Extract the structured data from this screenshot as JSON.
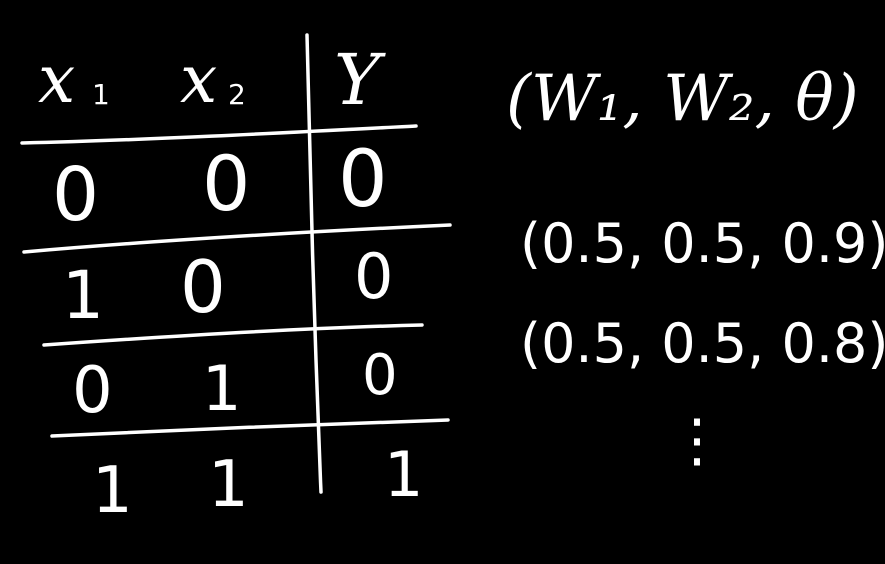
{
  "table": {
    "headers": [
      "x",
      "x",
      "Y"
    ],
    "header_subscripts": [
      "1",
      "2",
      ""
    ],
    "rows": [
      [
        "0",
        "0",
        "0"
      ],
      [
        "1",
        "0",
        "0"
      ],
      [
        "0",
        "1",
        "0"
      ],
      [
        "1",
        "1",
        "1"
      ]
    ]
  },
  "params": {
    "label": "(W₁, W₂, θ)",
    "tuples": [
      "(0.5, 0.5, 0.9)",
      "(0.5, 0.5, 0.8)"
    ],
    "continuation": "⋮"
  },
  "colors": {
    "background": "#000000",
    "ink": "#ffffff"
  }
}
